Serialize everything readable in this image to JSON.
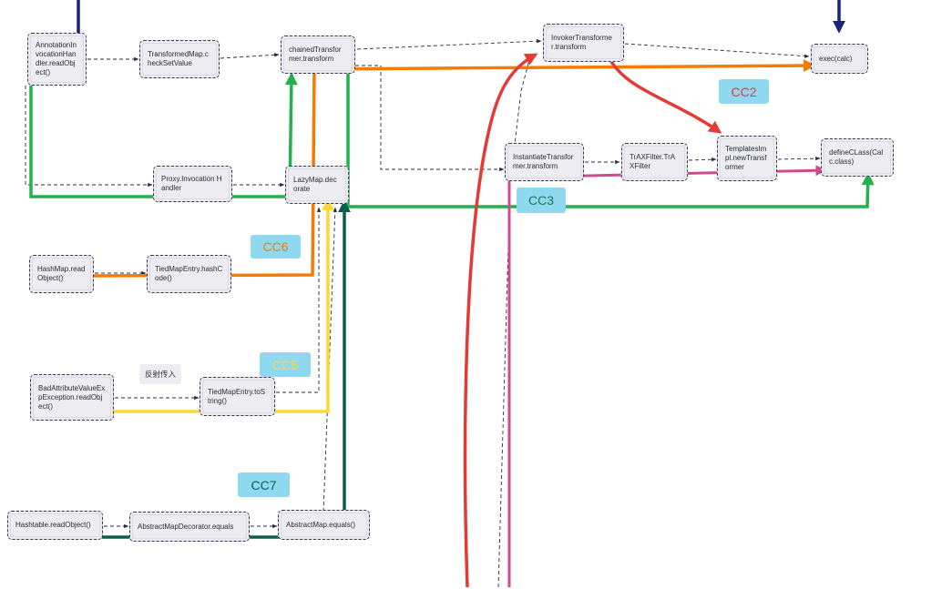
{
  "colors": {
    "background": "#ffffff",
    "node_fill": "#ececf1",
    "node_border": "#3a3a4a",
    "tag_fill": "#8ed8f0",
    "cc1_navy": "#1a237e",
    "cc6_orange": "#f57c00",
    "cc2_red": "#e53935",
    "cc3_pink": "#d04a8e",
    "cc1_green": "#22b14c",
    "cc5_yellow": "#fdd835",
    "cc7_darkgreen": "#0b5e4f"
  },
  "nodes": {
    "annotation_invocation": "AnnotationInvocationHandler.readObject()",
    "transformed_map": "TransformedMap.checkSetValue",
    "chained_transformer": "chainedTransformer.transform",
    "invoker_transformer": "InvokerTransformer.transform",
    "exec": "exec(calc)",
    "proxy_invocation": "Proxy.Invocation Handler",
    "lazymap": "LazyMap.decorate",
    "instantiate_transformer": "InstantiateTransformer.transform",
    "trax_filter": "TrAXFilter.TrAXFilter",
    "templates_impl": "TemplatesImpl.newTransformer",
    "define_class": "defineCLass(Calc.class)",
    "hashmap": "HashMap.readObject()",
    "tied_hashcode": "TiedMapEntry.hashCode()",
    "bad_attribute": "BadAttributeValueExpException.readObject()",
    "tied_tostring": "TiedMapEntry.toString()",
    "hashtable": "Hashtable.readObject()",
    "abstract_decorator": "AbstractMapDecorator.equals",
    "abstract_map": "AbstractMap.equals()"
  },
  "tags": {
    "cc2": "CC2",
    "cc3": "CC3",
    "cc6": "CC6",
    "cc5": "CC5",
    "cc7": "CC7"
  },
  "notes": {
    "reflection": "反射传入"
  }
}
